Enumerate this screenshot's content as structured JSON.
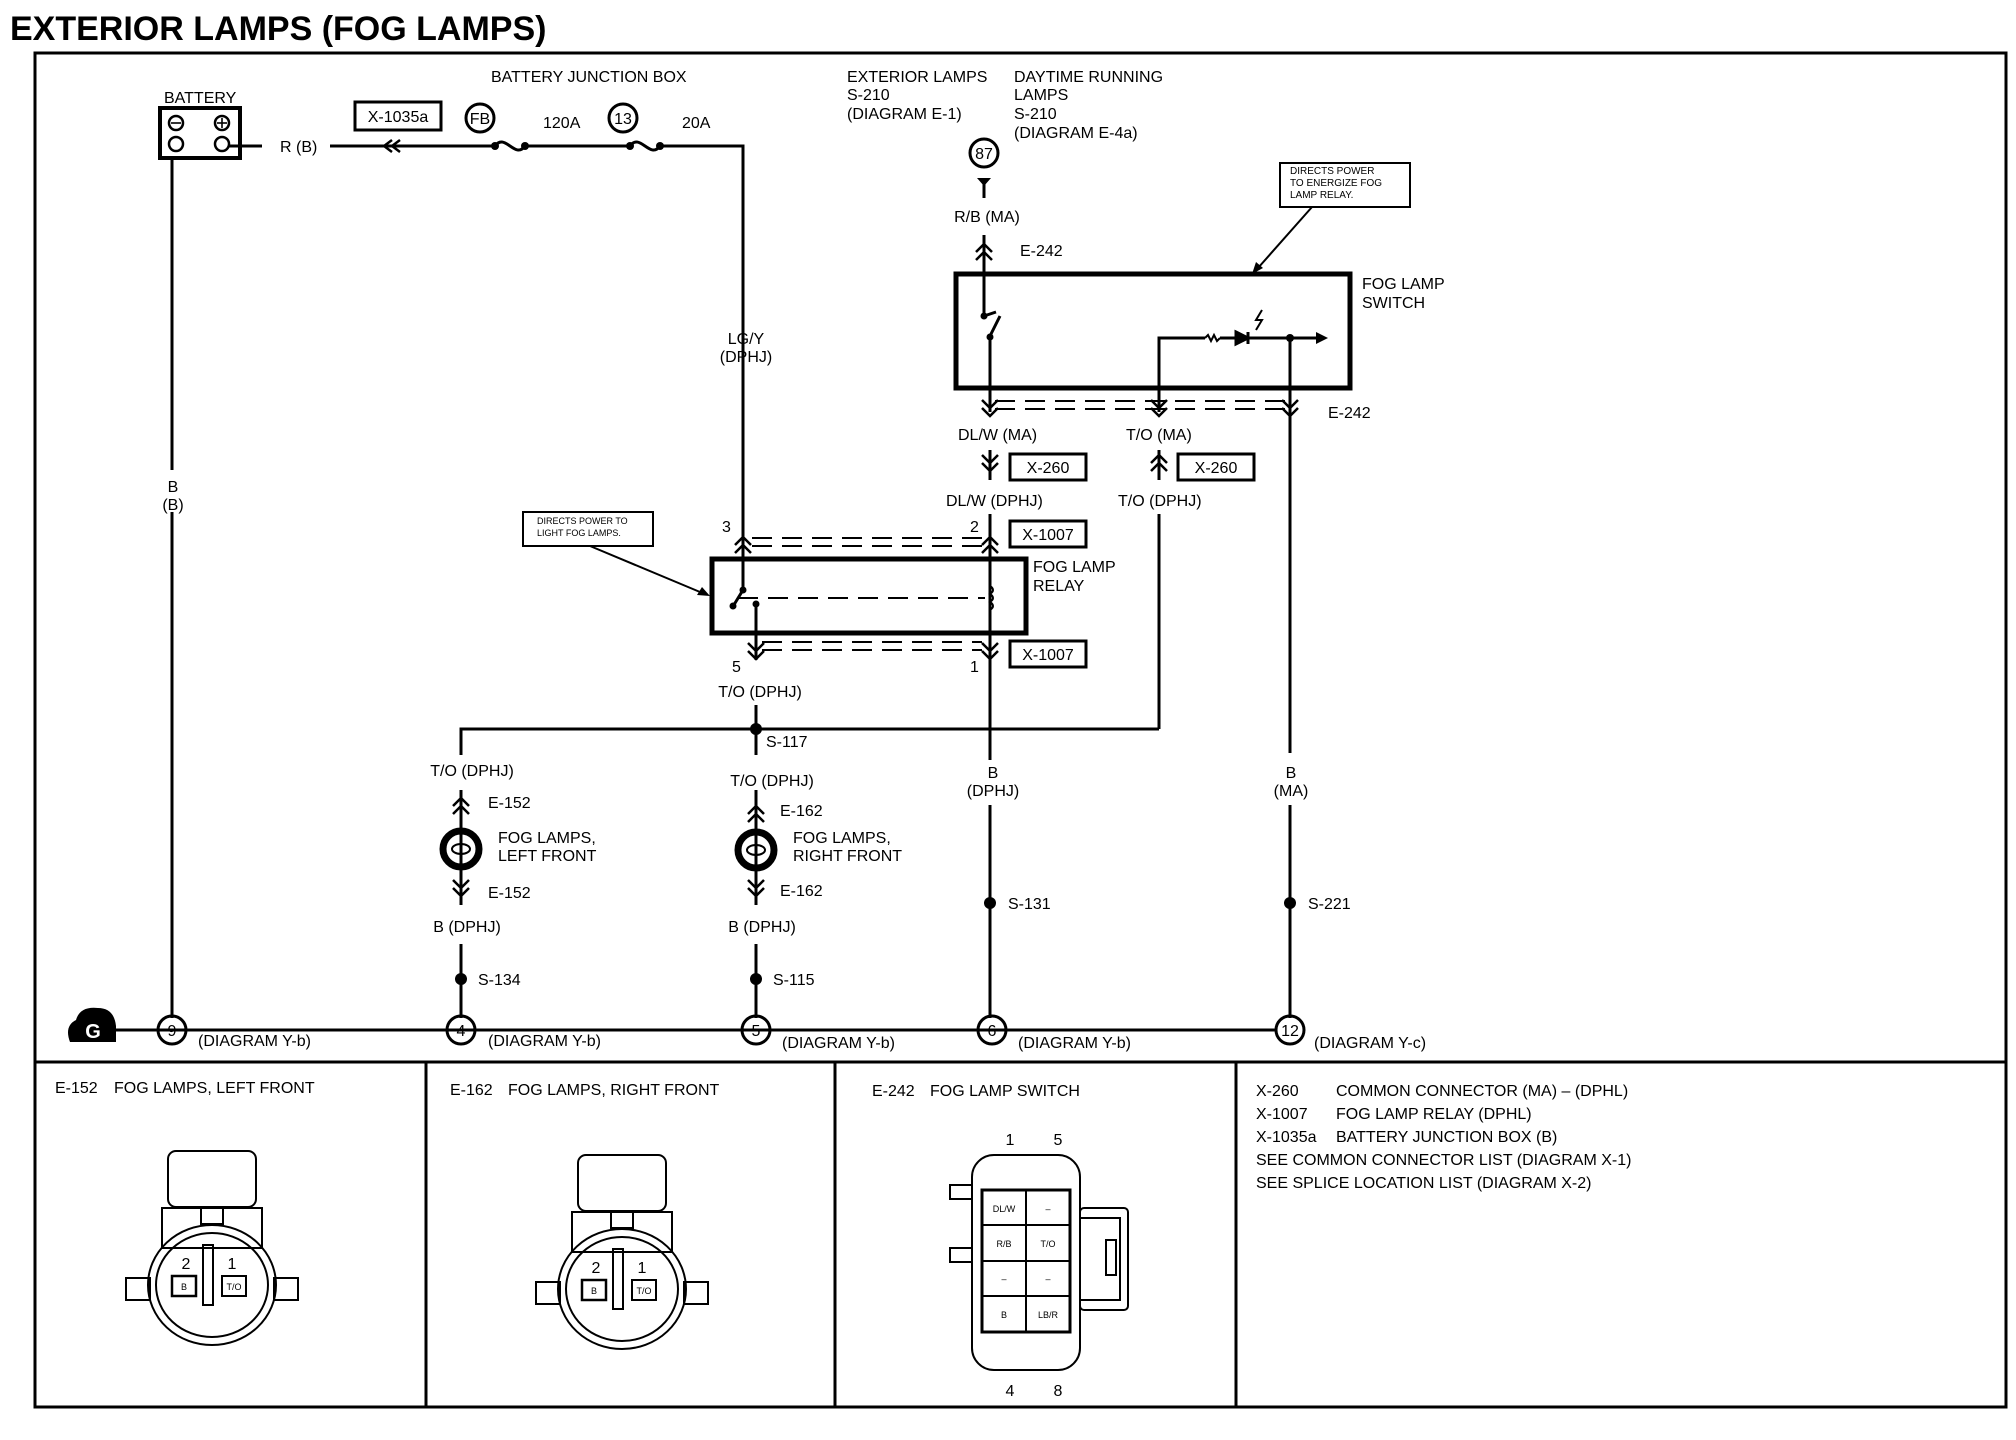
{
  "title": "EXTERIOR LAMPS (FOG LAMPS)",
  "battery": {
    "label": "BATTERY",
    "wire": "R (B)"
  },
  "junction_box": {
    "label": "BATTERY JUNCTION BOX",
    "connector": "X-1035a",
    "fuses": [
      {
        "id": "FB",
        "rating": "120A"
      },
      {
        "id": "13",
        "rating": "20A"
      }
    ]
  },
  "refs": {
    "exterior_lamps": [
      "EXTERIOR LAMPS",
      "S-210",
      "(DIAGRAM E-1)"
    ],
    "drl": [
      "DAYTIME RUNNING",
      "LAMPS",
      "S-210",
      "(DIAGRAM E-4a)"
    ],
    "circuit_87": "87"
  },
  "wires": {
    "rb_ma": "R/B (MA)",
    "lgy": "LG/Y",
    "lgy_sub": "(DPHJ)",
    "b_left": "B",
    "b_left_sub": "(B)",
    "dlw_ma": "DL/W (MA)",
    "to_ma": "T/O (MA)",
    "dlw_dphj": "DL/W (DPHJ)",
    "to_dphj": "T/O (DPHJ)",
    "b": "B",
    "dphj": "(DPHJ)",
    "ma": "(MA)",
    "b_dphj": "B (DPHJ)"
  },
  "switch": {
    "label": [
      "FOG LAMP",
      "SWITCH"
    ],
    "connector": "E-242",
    "callout": [
      "DIRECTS POWER",
      "TO ENERGIZE FOG",
      "LAMP RELAY."
    ]
  },
  "relay": {
    "label": [
      "FOG LAMP",
      "RELAY"
    ],
    "connector": "X-1007",
    "pins": {
      "p1": "1",
      "p2": "2",
      "p3": "3",
      "p5": "5"
    },
    "callout": [
      "DIRECTS POWER TO",
      "LIGHT FOG LAMPS."
    ]
  },
  "x260": "X-260",
  "splices": {
    "s117": "S-117",
    "s134": "S-134",
    "s115": "S-115",
    "s131": "S-131",
    "s221": "S-221"
  },
  "lamps": {
    "left": {
      "connector": "E-152",
      "label": [
        "FOG LAMPS,",
        "LEFT FRONT"
      ]
    },
    "right": {
      "connector": "E-162",
      "label": [
        "FOG LAMPS,",
        "RIGHT FRONT"
      ]
    }
  },
  "ground": {
    "symbol": "G",
    "nodes": [
      {
        "id": "9",
        "ref": "(DIAGRAM Y-b)"
      },
      {
        "id": "4",
        "ref": "(DIAGRAM Y-b)"
      },
      {
        "id": "5",
        "ref": "(DIAGRAM Y-b)"
      },
      {
        "id": "6",
        "ref": "(DIAGRAM Y-b)"
      },
      {
        "id": "12",
        "ref": "(DIAGRAM Y-c)"
      }
    ]
  },
  "panels": {
    "e152": {
      "code": "E-152",
      "name": "FOG LAMPS, LEFT FRONT",
      "pin2": "2",
      "pin1": "1",
      "cav2": "B",
      "cav1": "T/O"
    },
    "e162": {
      "code": "E-162",
      "name": "FOG LAMPS, RIGHT FRONT",
      "pin2": "2",
      "pin1": "1",
      "cav2": "B",
      "cav1": "T/O"
    },
    "e242": {
      "code": "E-242",
      "name": "FOG LAMP SWITCH",
      "top_pins": [
        "1",
        "5"
      ],
      "bottom_pins": [
        "4",
        "8"
      ],
      "cavities": [
        "DL/W",
        "–",
        "R/B",
        "T/O",
        "–",
        "–",
        "B",
        "LB/R"
      ]
    },
    "legend": [
      {
        "code": "X-260",
        "desc": "COMMON CONNECTOR (MA) – (DPHL)"
      },
      {
        "code": "X-1007",
        "desc": "FOG LAMP RELAY (DPHL)"
      },
      {
        "code": "X-1035a",
        "desc": "BATTERY JUNCTION BOX (B)"
      }
    ],
    "notes": [
      "SEE COMMON CONNECTOR LIST (DIAGRAM X-1)",
      "SEE SPLICE LOCATION LIST (DIAGRAM X-2)"
    ]
  }
}
